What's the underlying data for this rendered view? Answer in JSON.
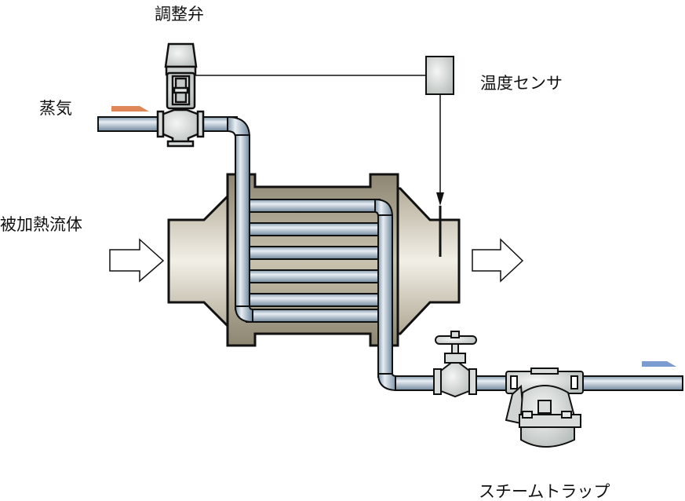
{
  "labels": {
    "control_valve": "調整弁",
    "temperature_sensor": "温度センサ",
    "steam": "蒸気",
    "heated_fluid": "被加熱流体",
    "steam_trap": "スチームトラップ"
  },
  "colors": {
    "steam_arrow": "#e0875a",
    "condensate_arrow": "#7b9ccf",
    "shell": "#9e9784",
    "pipe": "#a9bccb",
    "valve": "#d6dad8"
  }
}
